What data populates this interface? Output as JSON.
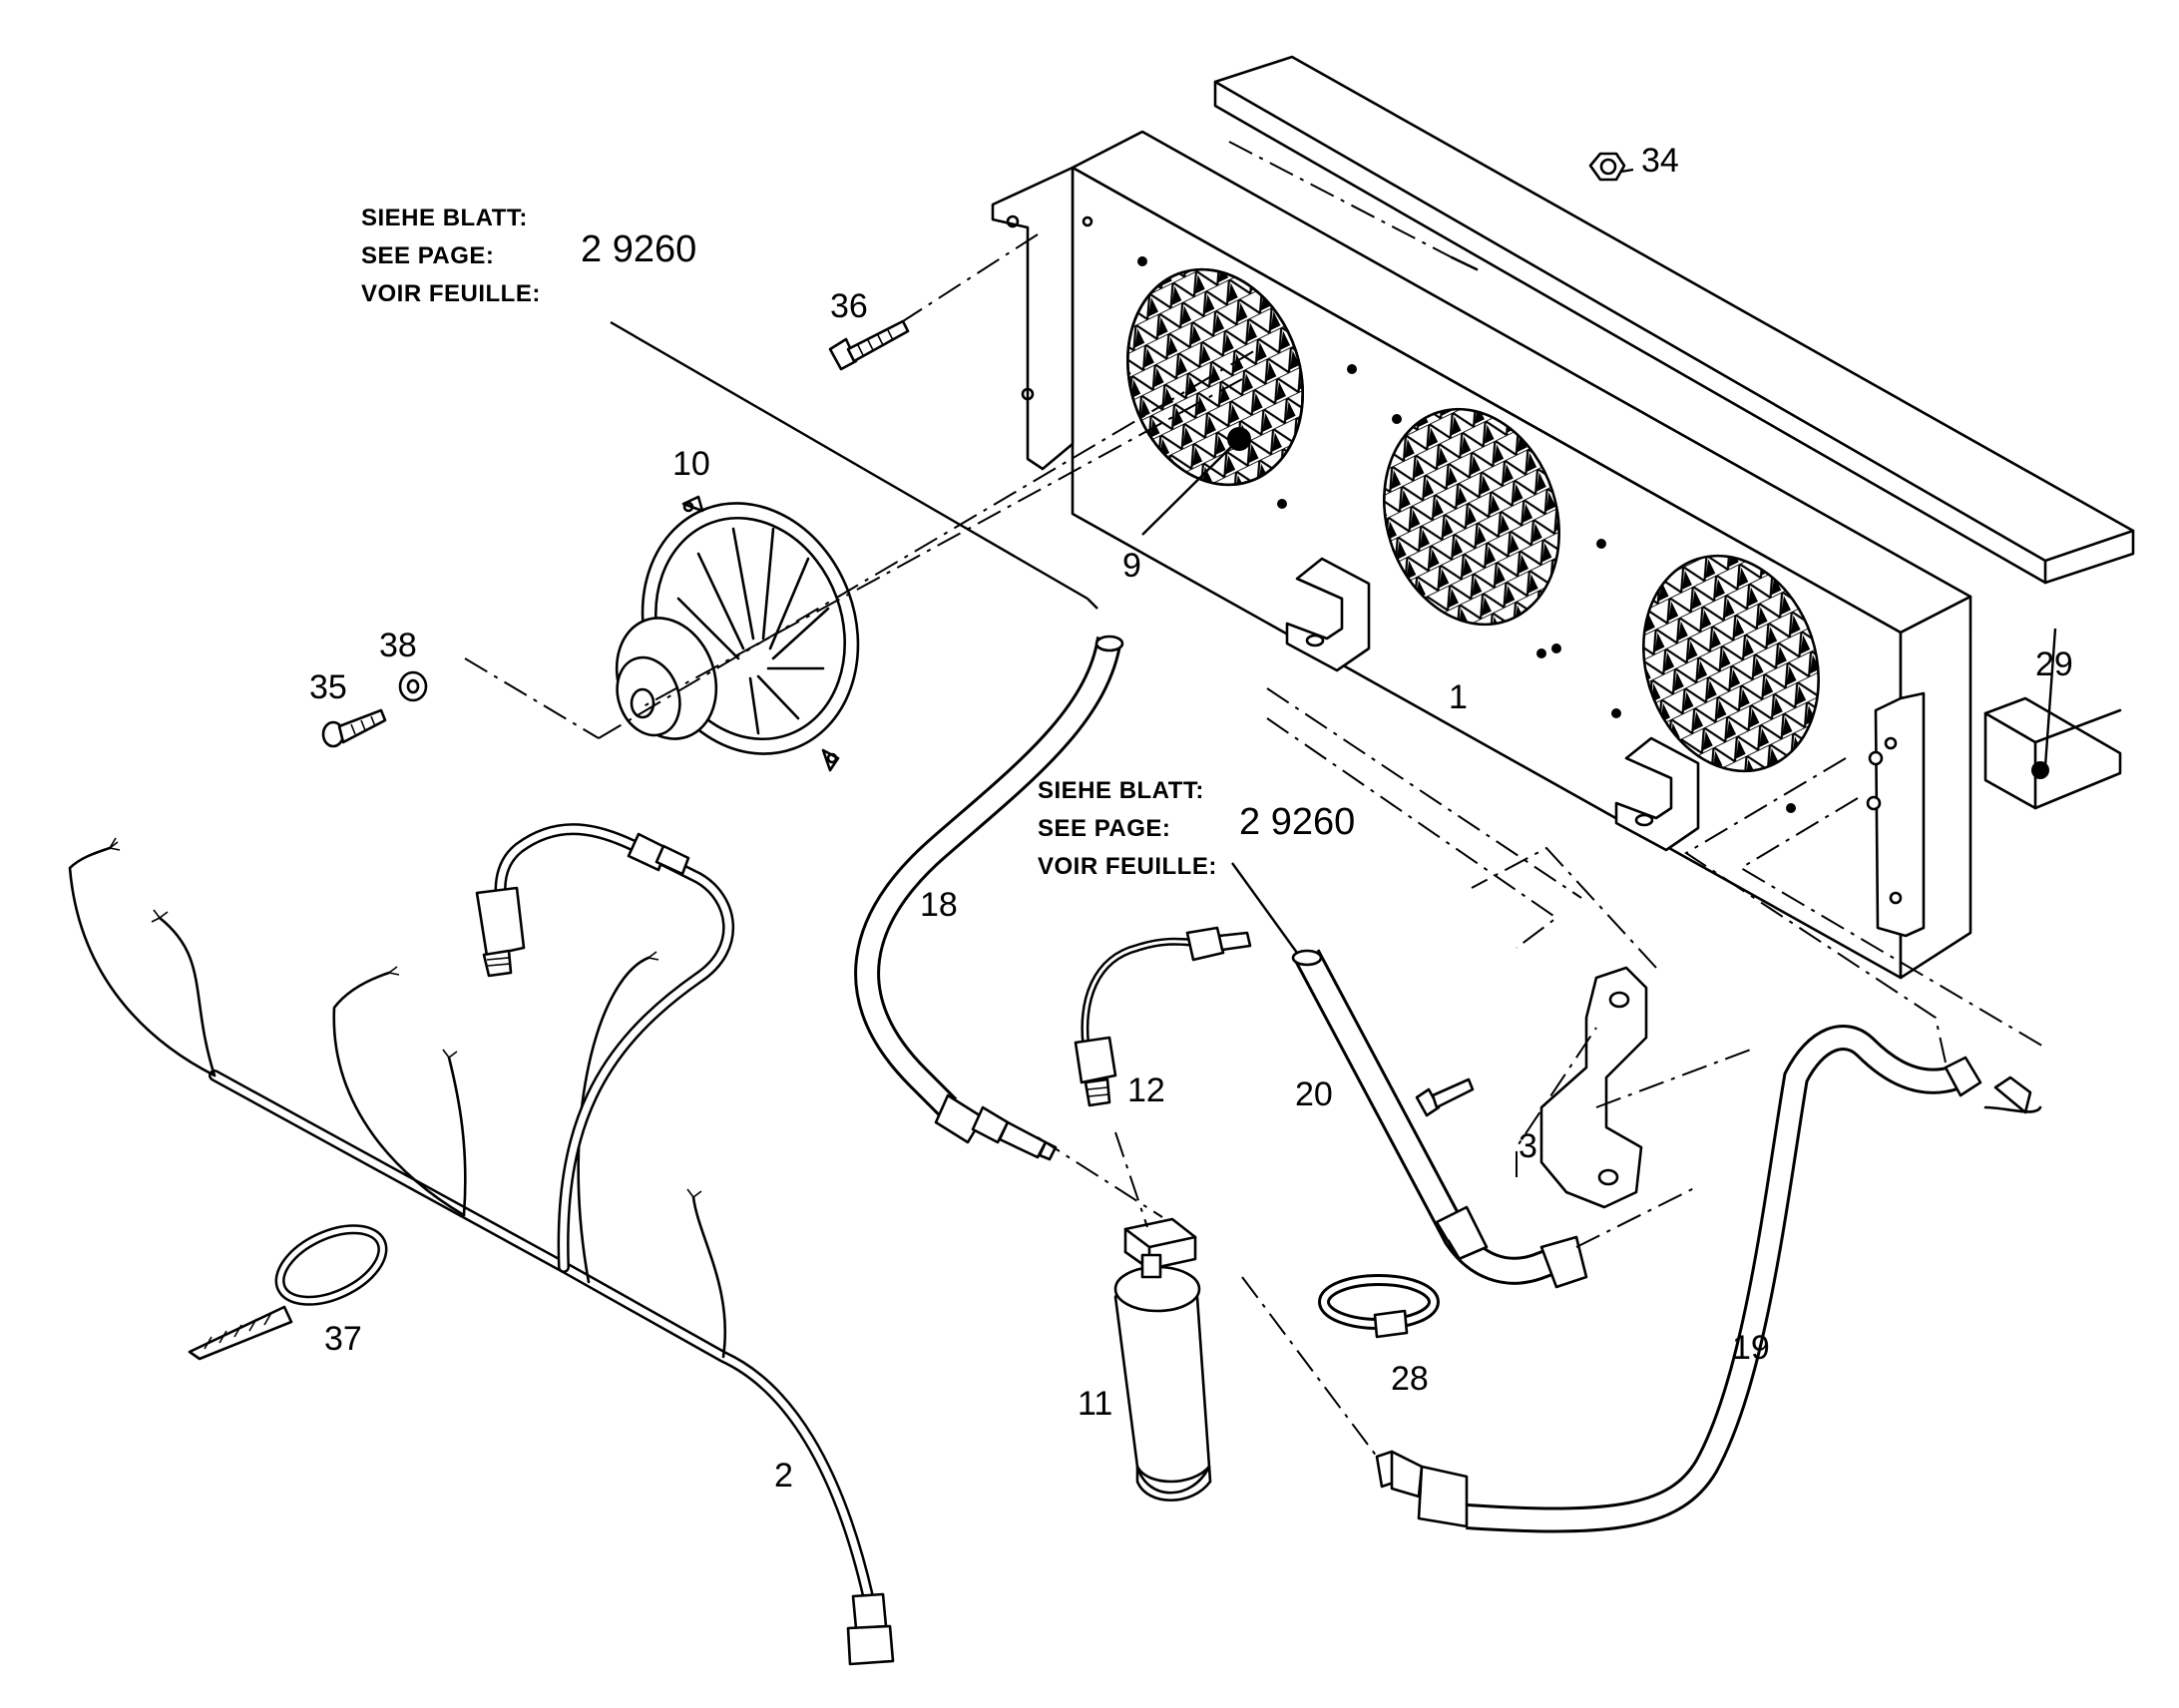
{
  "references": [
    {
      "lines": [
        "SIEHE BLATT:",
        "SEE PAGE:",
        "VOIR FEUILLE:"
      ],
      "page": "2 9260"
    },
    {
      "lines": [
        "SIEHE BLATT:",
        "SEE PAGE:",
        "VOIR FEUILLE:"
      ],
      "page": "2 9260"
    }
  ],
  "callouts": {
    "p1": "1",
    "p2": "2",
    "p3": "3",
    "p9": "9",
    "p10": "10",
    "p11": "11",
    "p12": "12",
    "p18": "18",
    "p19": "19",
    "p20": "20",
    "p28": "28",
    "p29": "29",
    "p34": "34",
    "p35": "35",
    "p36": "36",
    "p37": "37",
    "p38": "38"
  },
  "parts": {
    "condenser_housing": {
      "icon": "condenser-housing-icon",
      "callout": "1"
    },
    "wiring_harness": {
      "icon": "wiring-harness-icon",
      "callout": "2"
    },
    "bracket": {
      "icon": "bracket-icon",
      "callout": "3"
    },
    "fan_grille": {
      "icon": "fan-grille-icon",
      "callout": "9"
    },
    "fan_motor": {
      "icon": "fan-motor-icon",
      "callout": "10"
    },
    "receiver_drier": {
      "icon": "receiver-drier-icon",
      "callout": "11"
    },
    "pressure_switch": {
      "icon": "pressure-switch-icon",
      "callout": "12"
    },
    "hose_18": {
      "icon": "hose-icon",
      "callout": "18"
    },
    "hose_19": {
      "icon": "hose-icon",
      "callout": "19"
    },
    "tube_20": {
      "icon": "tube-icon",
      "callout": "20"
    },
    "hose_clamp": {
      "icon": "hose-clamp-icon",
      "callout": "28"
    },
    "foam_strip": {
      "icon": "foam-strip-icon",
      "callout": "29"
    },
    "nut": {
      "icon": "nut-icon",
      "callout": "34"
    },
    "screw_35": {
      "icon": "screw-icon",
      "callout": "35"
    },
    "screw_36": {
      "icon": "screw-icon",
      "callout": "36"
    },
    "cable_tie": {
      "icon": "cable-tie-icon",
      "callout": "37"
    },
    "washer": {
      "icon": "washer-icon",
      "callout": "38"
    }
  }
}
